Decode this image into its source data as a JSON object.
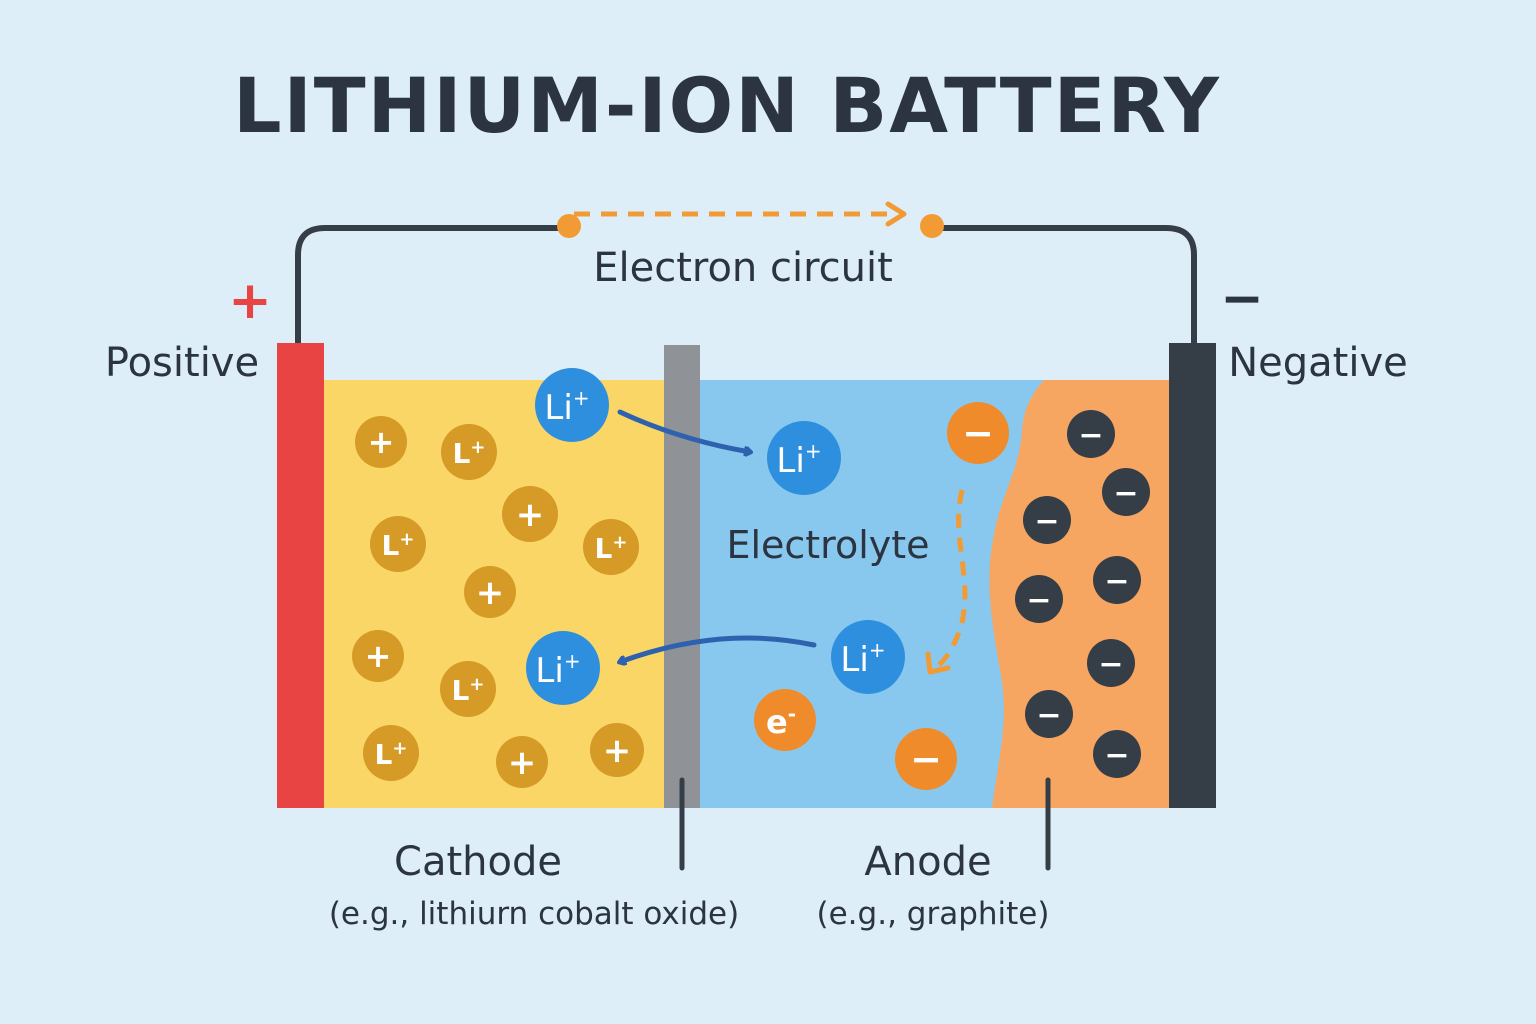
{
  "title": "LITHIUM-ION BATTERY",
  "circuit": {
    "label": "Electron circuit"
  },
  "terminals": {
    "positive": {
      "symbol": "+",
      "label": "Positive"
    },
    "negative": {
      "symbol": "−",
      "label": "Negative"
    }
  },
  "regions": {
    "electrolyte": "Electrolyte",
    "cathode": {
      "name": "Cathode",
      "example": "(e.g., lithiurn cobalt oxide)"
    },
    "anode": {
      "name": "Anode",
      "example": "(e.g., graphite)"
    }
  },
  "particles": {
    "li_ion": "Li",
    "li_ion_sup": "+",
    "cathode_li": "L",
    "cathode_li_sup": "+",
    "plus": "+",
    "minus": "−",
    "electron": "e",
    "electron_sup": "-"
  },
  "colors": {
    "background": "#ddeef8",
    "cathode": "#fad667",
    "electrolyte": "#89c8ee",
    "anode": "#f6a661",
    "positive_terminal": "#e84444",
    "negative_terminal": "#353d47",
    "separator": "#8f9398",
    "li_ion": "#2f8fdf",
    "cathode_particle": "#d69a26",
    "anode_particle": "#353d47",
    "electron": "#ef8b2a",
    "ion_arrow": "#2e62ae",
    "electron_path": "#f29a33",
    "text": "#2b3440"
  }
}
